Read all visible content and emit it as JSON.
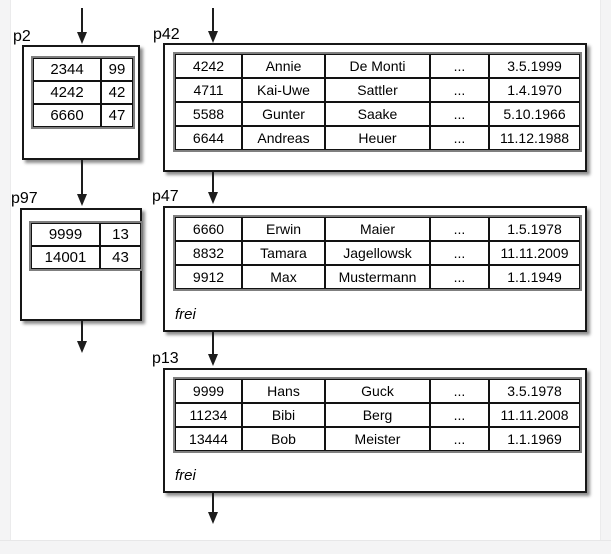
{
  "colors": {
    "page_border": "#171717",
    "table_frame": "#7f7f7f",
    "cell_border": "#121212",
    "arrow": "#1d1d1d",
    "canvas_edge": "#f4f4f5",
    "background": "#ffffff"
  },
  "pages": {
    "p2": {
      "label": "p2",
      "rows": [
        [
          "2344",
          "99"
        ],
        [
          "4242",
          "42"
        ],
        [
          "6660",
          "47"
        ]
      ]
    },
    "p42": {
      "label": "p42",
      "rows": [
        [
          "4242",
          "Annie",
          "De Monti",
          "...",
          "3.5.1999"
        ],
        [
          "4711",
          "Kai-Uwe",
          "Sattler",
          "...",
          "1.4.1970"
        ],
        [
          "5588",
          "Gunter",
          "Saake",
          "...",
          "5.10.1966"
        ],
        [
          "6644",
          "Andreas",
          "Heuer",
          "...",
          "11.12.1988"
        ]
      ]
    },
    "p97": {
      "label": "p97",
      "rows": [
        [
          "9999",
          "13"
        ],
        [
          "14001",
          "43"
        ]
      ]
    },
    "p47": {
      "label": "p47",
      "rows": [
        [
          "6660",
          "Erwin",
          "Maier",
          "...",
          "1.5.1978"
        ],
        [
          "8832",
          "Tamara",
          "Jagellowsk",
          "...",
          "11.11.2009"
        ],
        [
          "9912",
          "Max",
          "Mustermann",
          "...",
          "1.1.1949"
        ]
      ],
      "free_label": "frei"
    },
    "p13": {
      "label": "p13",
      "rows": [
        [
          "9999",
          "Hans",
          "Guck",
          "...",
          "3.5.1978"
        ],
        [
          "11234",
          "Bibi",
          "Berg",
          "...",
          "11.11.2008"
        ],
        [
          "13444",
          "Bob",
          "Meister",
          "...",
          "1.1.1969"
        ]
      ],
      "free_label": "frei"
    }
  }
}
